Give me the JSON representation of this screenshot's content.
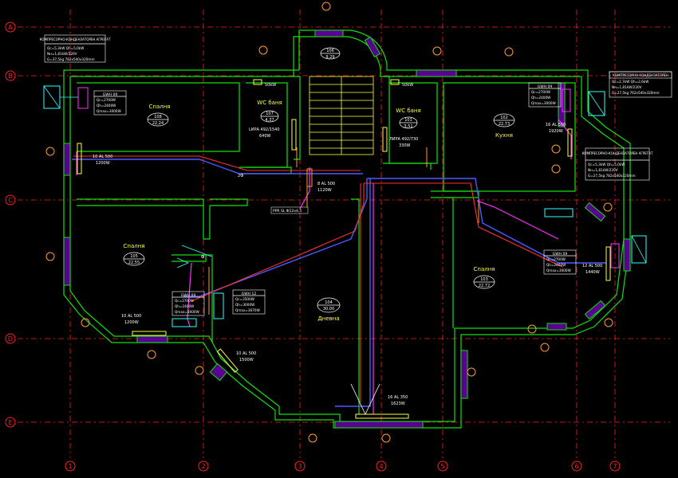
{
  "colors": {
    "background": "#000000",
    "axis": "#ff2020",
    "wall": "#10e010",
    "wall_fill": "#7a00b0",
    "magenta": "#ff30ff",
    "yellow": "#ffff40",
    "cyan": "#30ffff",
    "white": "#ffffff",
    "blue": "#4a5aff",
    "red_pipe": "#ff3030",
    "orange": "#ff9a30"
  },
  "axes": {
    "rows": [
      "A",
      "B",
      "C",
      "D",
      "E"
    ],
    "cols": [
      "1",
      "2",
      "3",
      "4",
      "5",
      "6",
      "7"
    ]
  },
  "rooms": [
    {
      "id": "r108",
      "name": "Спалня",
      "number": "108",
      "area": "22,24"
    },
    {
      "id": "r107",
      "name": "WC баня",
      "number": "107",
      "area": "4,37"
    },
    {
      "id": "r101",
      "name": "WC баня",
      "number": "101",
      "area": "3,51"
    },
    {
      "id": "r102",
      "name": "Кухня",
      "number": "102",
      "area": "22,73"
    },
    {
      "id": "r105",
      "name": "Спалня",
      "number": "105",
      "area": "22,55"
    },
    {
      "id": "r103",
      "name": "Спалня",
      "number": "103",
      "area": "22,72"
    },
    {
      "id": "r104",
      "name": "Дневна",
      "number": "104",
      "area": "30,00"
    },
    {
      "id": "r106",
      "name": "",
      "number": "106",
      "area": "9,29"
    }
  ],
  "indoor_units": [
    {
      "title": "GWH 09",
      "lines": [
        "Qc=2700W",
        "Qh=2400W",
        "Qmax=3000W"
      ]
    },
    {
      "title": "GWH 09",
      "lines": [
        "Qc=2700W",
        "Qh=2400W",
        "Qmax=3000W"
      ]
    },
    {
      "title": "GWH 09",
      "lines": [
        "Qc=2700W",
        "Qh=2400W",
        "Qmax=3000W"
      ]
    },
    {
      "title": "GWH 12",
      "lines": [
        "Qc=3500W",
        "Qh=3000W",
        "Qmax=3670W"
      ]
    },
    {
      "title": "GWH 09",
      "lines": [
        "Qc=2700W",
        "Qh=2400W",
        "Qmax=3000W"
      ]
    }
  ],
  "condensers": [
    {
      "title": "КОМПРЕСОРНО-КОНДЕНЗАТОРЕН АГРЕГАТ",
      "lines": [
        "Qc=5,3kW  Qh=5,0kW",
        "Nн=1,81kW/220V",
        "G=37,5kg   782x540x320mm"
      ]
    },
    {
      "title": "КОМПРЕСОРНО-КОНДЕНЗАТОРЕН",
      "lines": [
        "Qc=2,7kW  Qh=2,6kW",
        "Nн=1,81kW/220V",
        "G=27,5kg   762x540x320mm"
      ]
    },
    {
      "title": "КОМПРЕСОРНО-КОНДЕНЗАТОРЕН АГРЕГАТ",
      "lines": [
        "Qc=5,3kW  Qh=5,0kW",
        "Nн=1,81kW/220V",
        "G=27,5kg   782x540x320mm"
      ]
    }
  ],
  "radiators": [
    {
      "spec": "10 AL 500",
      "power": "1200W"
    },
    {
      "spec": "LИРА 492/1540",
      "power": "640W"
    },
    {
      "spec": "ЛИРА 492/730",
      "power": "330W"
    },
    {
      "spec": "16 AL 500",
      "power": "1920W"
    },
    {
      "spec": "8 AL 500",
      "power": "1120W"
    },
    {
      "spec": "10 AL 500",
      "power": "1200W"
    },
    {
      "spec": "10 AL 500",
      "power": "1500W"
    },
    {
      "spec": "12 AL 500",
      "power": "1440W"
    },
    {
      "spec": "16 AL 350",
      "power": "1623W"
    }
  ],
  "towel_heaters": [
    {
      "power": "50kW"
    },
    {
      "power": "50kW"
    }
  ],
  "pipe_label": "PPR SL Ф12x4,5",
  "small_labels": {
    "box_a": "2Ф",
    "box_b": "Ф"
  }
}
